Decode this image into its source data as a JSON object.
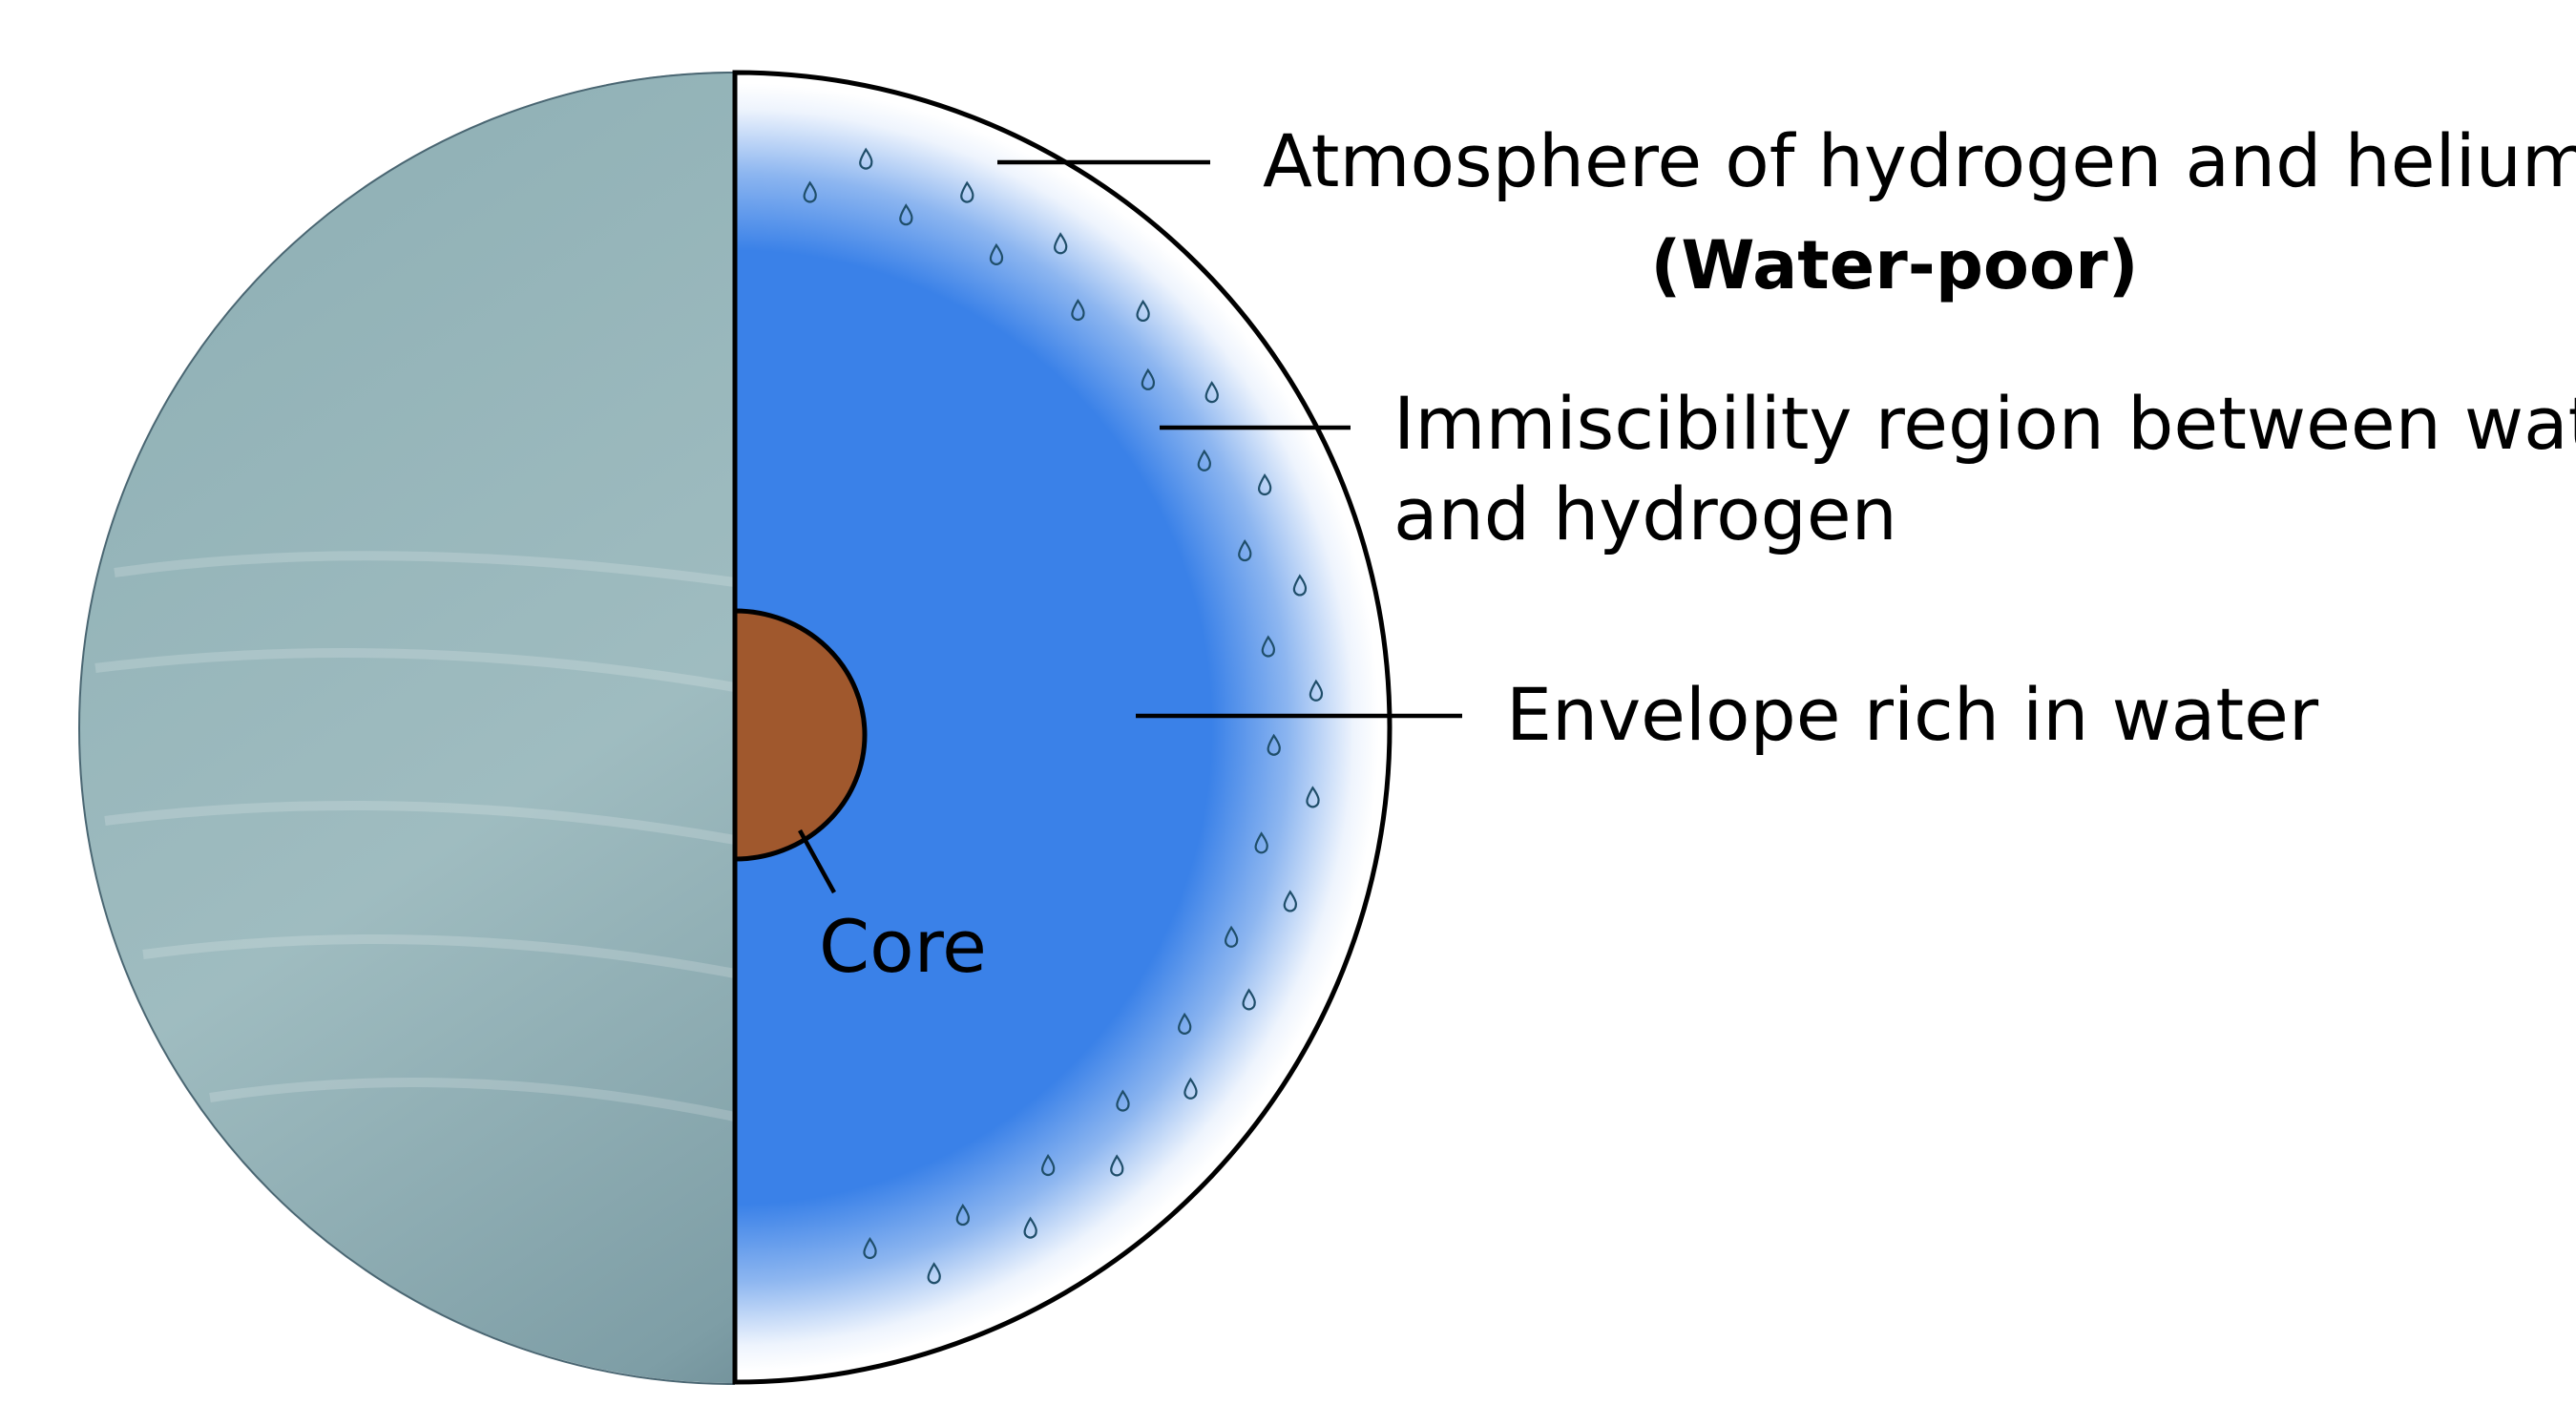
{
  "labels": {
    "atmosphere_line1": "Atmosphere of hydrogen and helium",
    "atmosphere_line2": "(Water-poor)",
    "immiscibility_line1": "Immiscibility region between water",
    "immiscibility_line2": "and hydrogen",
    "envelope": "Envelope rich in water",
    "core": "Core"
  },
  "colors": {
    "exterior_light": "#9bb8bc",
    "exterior_dark": "#4f6c78",
    "envelope_blue": "#3a81e8",
    "atmosphere_edge": "#ffffff",
    "core_brown": "#a0582d",
    "droplet_stroke": "#1f4e6a"
  },
  "icons": {
    "droplet": "water-droplet-icon"
  }
}
